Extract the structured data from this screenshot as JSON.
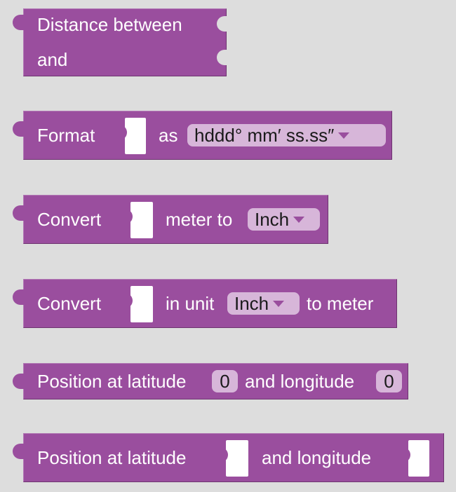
{
  "blocks": {
    "distance": {
      "line1": "Distance between",
      "line2": "and"
    },
    "format": {
      "label": "Format",
      "as_label": "as",
      "format_value": "hddd° mm′ ss.ss″"
    },
    "convert_to": {
      "label": "Convert",
      "meter_to_label": "meter to",
      "unit_value": "Inch"
    },
    "convert_from": {
      "label": "Convert",
      "in_unit_label": "in unit",
      "unit_value": "Inch",
      "to_meter_label": "to meter"
    },
    "position_fields": {
      "label": "Position at latitude",
      "lat_value": "0",
      "and_longitude_label": "and longitude",
      "lon_value": "0"
    },
    "position_inputs": {
      "label": "Position at latitude",
      "and_longitude_label": "and longitude"
    }
  },
  "colors": {
    "block": "#9a4e9e",
    "field": "#d7b6d9",
    "workspace": "#dddddd"
  }
}
